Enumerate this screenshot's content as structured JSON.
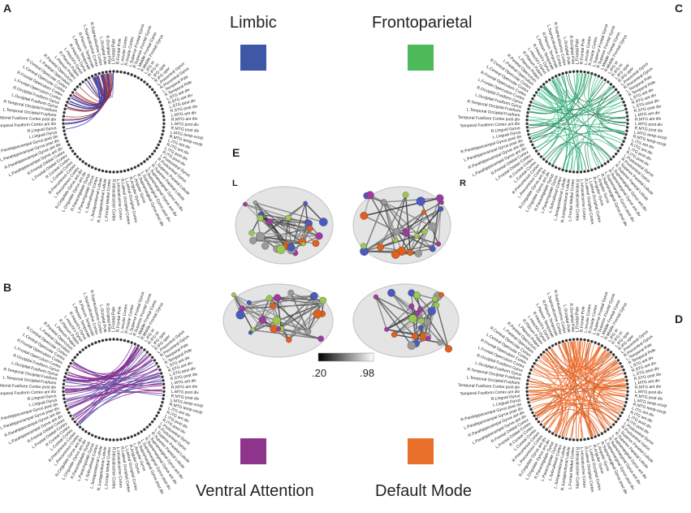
{
  "panels": {
    "A": {
      "letter": "A",
      "color": "#3b3ba6"
    },
    "B": {
      "letter": "B",
      "color": "#8b2a8f"
    },
    "C": {
      "letter": "C",
      "color": "#3fbf8a"
    },
    "D": {
      "letter": "D",
      "color": "#f07030"
    },
    "E": {
      "letter": "E"
    }
  },
  "networks": [
    {
      "name": "Limbic",
      "color": "#3e58a6"
    },
    {
      "name": "Frontoparietal",
      "color": "#4dba5a"
    },
    {
      "name": "Ventral Attention",
      "color": "#8e348d"
    },
    {
      "name": "Default Mode",
      "color": "#e8702a"
    }
  ],
  "brain": {
    "left_label": "L",
    "right_label": "R",
    "colorbar_min": ".20",
    "colorbar_max": ".98"
  },
  "node_labels": [
    "L.Frontal Pole",
    "R.Frontal Pole",
    "L.Insular Cortex",
    "R.Insular Cortex",
    "L.Superior Frontal Gyrus",
    "R.Superior Frontal Gyrus",
    "L.Middle Frontal Gyrus",
    "R.Middle Frontal Gyrus",
    "L.IFG tri",
    "R.IFG tri",
    "L.IFG oper",
    "R.IFG oper",
    "L.Precentral Gyrus",
    "R.Precentral Gyrus",
    "L.Temporal Pole",
    "R.Temporal Pole",
    "L.STG ant div",
    "R.STG ant div",
    "L.STG post div",
    "R.STG post div",
    "L.MTG ant div",
    "R.MTG ant div",
    "L.MTG post div",
    "R.MTG post div",
    "L.MTG temp-occip",
    "R.MTG temp-occip",
    "L.ITG ant div",
    "R.ITG ant div",
    "L.ITG post div",
    "R.ITG post div",
    "L.Postcentral Gyrus",
    "R.Postcentral Gyrus",
    "L.Superior Parietal Lobule",
    "R.Superior Parietal Lobule",
    "L.Supramarginal Gyrus ant div",
    "R.Supramarginal Gyrus ant div",
    "L.Supramarginal Gyrus post div",
    "R.Supramarginal Gyrus post div",
    "L.Angular Gyrus",
    "R.Angular Gyrus",
    "L.Lateral Occipital Cortex",
    "R.Lateral Occipital Cortex",
    "L.Intracalcarine Cortex",
    "R.Intracalcarine Cortex",
    "L.Frontal Medial Cortex",
    "R.Juxtapositional Lobule",
    "L.Juxtapositional Lobule",
    "L.Subcallosal Cortex",
    "L.Paracingulate Gyrus",
    "R.Paracingulate Gyrus",
    "L.Cingulate Gyrus ant div",
    "R.Cingulate Gyrus ant div",
    "L.Precuneous Cortex",
    "R.Precuneous Cortex",
    "L.Cuneal Cortex",
    "R.Cuneal Cortex",
    "L.Frontal Orbital Cortex",
    "R.Frontal Orbital Cortex",
    "L.Parahippocampal Gyrus ant div",
    "R.Parahippocampal Gyrus ant div",
    "L.Parahippocampal Gyrus post div",
    "R.Parahippocampal Gyrus post div",
    "L.Lingual Gyrus",
    "R.Lingual Gyrus",
    "Temporal Fusiform Cortex ant div",
    "Temporal Fusiform Cortex post div",
    "L.Temporal Occipital Fusiform",
    "R.Temporal Occipital Fusiform",
    "L.Occipital Fusiform Gyrus",
    "R.Occipital Fusiform Gyrus",
    "L.Frontal Operculum Cortex",
    "R.Frontal Operculum Cortex",
    "L.Central Opercular Cortex",
    "R.Central Opercular Cortex",
    "L.Parietal Operculum",
    "R.Parietal Operculum",
    "L.Planum Polare",
    "R.Planum Polare",
    "L.Heschl's Gyrus",
    "R.Heschl's Gyrus",
    "L.Planum Temporale",
    "R.Planum Temporale",
    "L.Supracalcarine Cortex",
    "R.Supracalcarine Cortex",
    "L.Occipital Pole",
    "R.Occipital Pole"
  ]
}
